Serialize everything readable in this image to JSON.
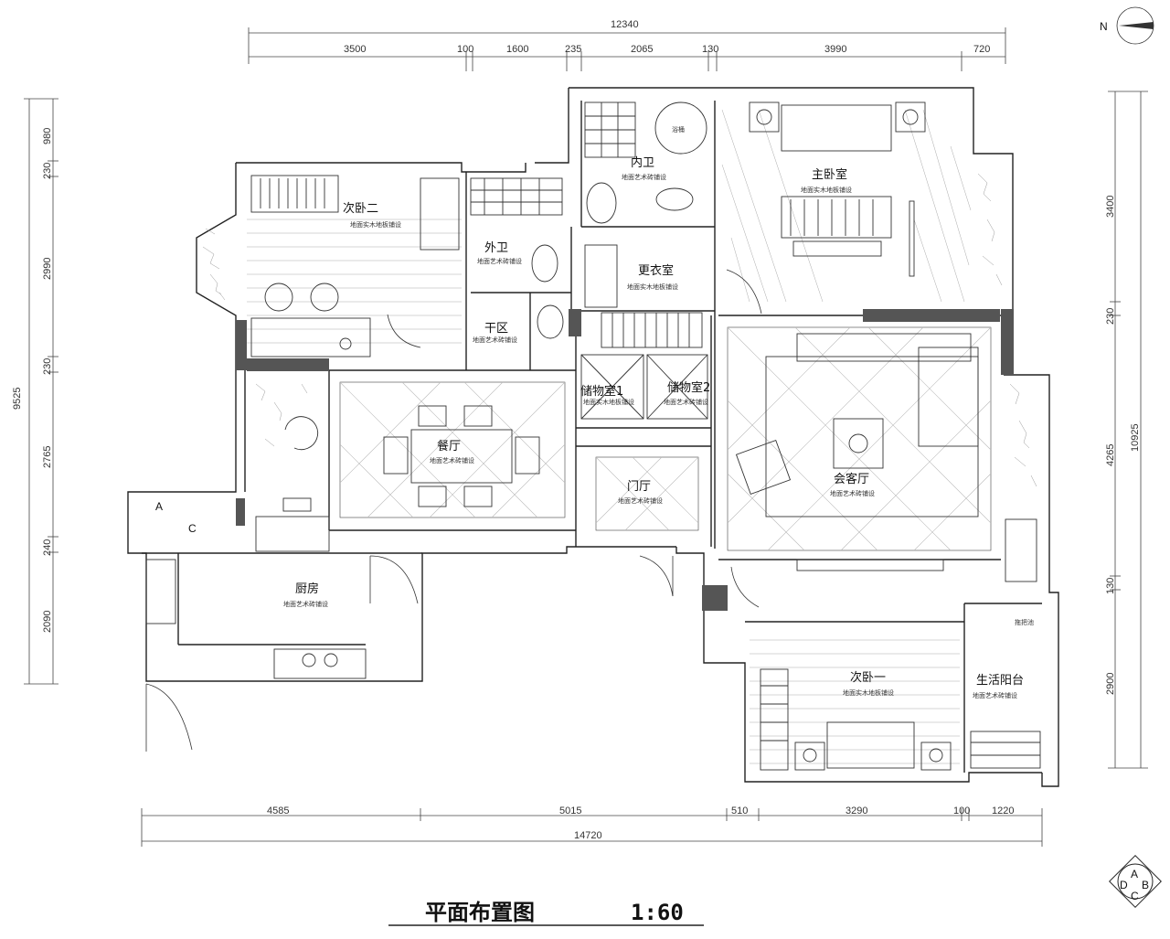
{
  "dims": {
    "top_total": "12340",
    "top": [
      "3500",
      "100",
      "1600",
      "235",
      "2065",
      "130",
      "3990",
      "720"
    ],
    "bottom_total": "14720",
    "bottom": [
      "4585",
      "5015",
      "510",
      "3290",
      "100",
      "1220"
    ],
    "left_total": "9525",
    "left": [
      "980",
      "230",
      "2990",
      "230",
      "2765",
      "240",
      "2090"
    ],
    "right_total": "10925",
    "right": [
      "3400",
      "230",
      "4265",
      "130",
      "2900"
    ]
  },
  "rooms": {
    "bedroom2": {
      "name": "次卧二",
      "floor": "地面实木地板铺设"
    },
    "bath_outer": {
      "name": "外卫",
      "floor": "地面艺术砖铺设"
    },
    "dry_zone": {
      "name": "干区",
      "floor": "地面艺术砖铺设"
    },
    "bath_inner": {
      "name": "内卫",
      "floor": "地面艺术砖铺设"
    },
    "bathtub": {
      "name": "浴桶"
    },
    "master": {
      "name": "主卧室",
      "floor": "地面实木地板铺设"
    },
    "closet": {
      "name": "更衣室",
      "floor": "地面实木地板铺设"
    },
    "storage1": {
      "name": "储物室1",
      "floor": "地面实木地板铺设"
    },
    "storage2": {
      "name": "储物室2",
      "floor": "地面艺术砖铺设"
    },
    "dining": {
      "name": "餐厅",
      "floor": "地面艺术砖铺设"
    },
    "foyer": {
      "name": "门厅",
      "floor": "地面艺术砖铺设"
    },
    "living": {
      "name": "会客厅",
      "floor": "地面艺术砖铺设"
    },
    "kitchen": {
      "name": "厨房",
      "floor": "地面艺术砖铺设"
    },
    "bedroom1": {
      "name": "次卧一",
      "floor": "地面实木地板铺设"
    },
    "balcony": {
      "name": "生活阳台",
      "floor": "地面艺术砖铺设"
    },
    "mop": {
      "name": "拖把池"
    }
  },
  "markers": {
    "a": "A",
    "c": "C"
  },
  "compass": {
    "north": "N"
  },
  "index_symbol": {
    "a": "A",
    "b": "B",
    "c": "C",
    "d": "D"
  },
  "title": "平面布置图",
  "scale": "1:60"
}
